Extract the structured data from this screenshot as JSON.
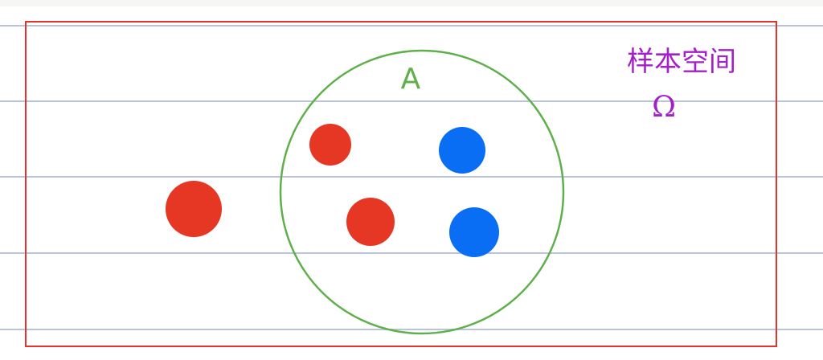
{
  "diagram": {
    "circle_label": "A",
    "sample_space_label": "样本空间",
    "sample_space_symbol": "Ω",
    "colors": {
      "ruled_line": "#b9c3dc",
      "rectangle": "#e0352b",
      "circle": "#5fb04a",
      "red_ball": "#e63624",
      "blue_ball": "#0a6ef5",
      "handwriting": "#a51fc9",
      "background_band": "#f6f6f4"
    },
    "balls": [
      {
        "color": "red",
        "inside_A": false
      },
      {
        "color": "red",
        "inside_A": true
      },
      {
        "color": "red",
        "inside_A": true
      },
      {
        "color": "blue",
        "inside_A": true
      },
      {
        "color": "blue",
        "inside_A": true
      }
    ]
  }
}
